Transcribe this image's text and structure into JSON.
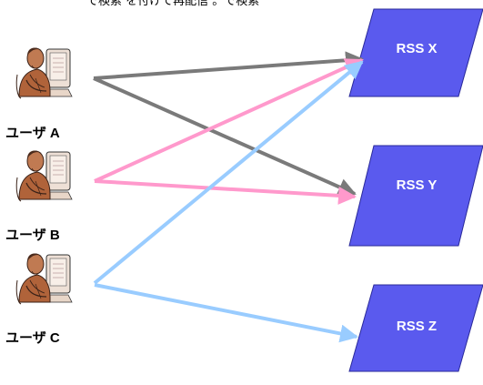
{
  "header_fragment": "で検索 を付けて再配信 。で検索",
  "users": [
    {
      "label": "ユーザ A"
    },
    {
      "label": "ユーザ B"
    },
    {
      "label": "ユーザ C"
    }
  ],
  "feeds": [
    {
      "label": "RSS X"
    },
    {
      "label": "RSS Y"
    },
    {
      "label": "RSS Z"
    }
  ],
  "colors": {
    "feed_fill": "#5a5aee",
    "feed_stroke": "#2a2a9a",
    "user_a_arrow": "#7a7a7a",
    "user_b_arrow": "#ff99cc",
    "user_c_arrow": "#99ccff"
  },
  "connections": [
    {
      "from": "user-a",
      "to": "rss-x",
      "color": "user_a_arrow"
    },
    {
      "from": "user-a",
      "to": "rss-y",
      "color": "user_a_arrow"
    },
    {
      "from": "user-b",
      "to": "rss-x",
      "color": "user_b_arrow"
    },
    {
      "from": "user-b",
      "to": "rss-y",
      "color": "user_b_arrow"
    },
    {
      "from": "user-c",
      "to": "rss-x",
      "color": "user_c_arrow"
    },
    {
      "from": "user-c",
      "to": "rss-z",
      "color": "user_c_arrow"
    }
  ]
}
